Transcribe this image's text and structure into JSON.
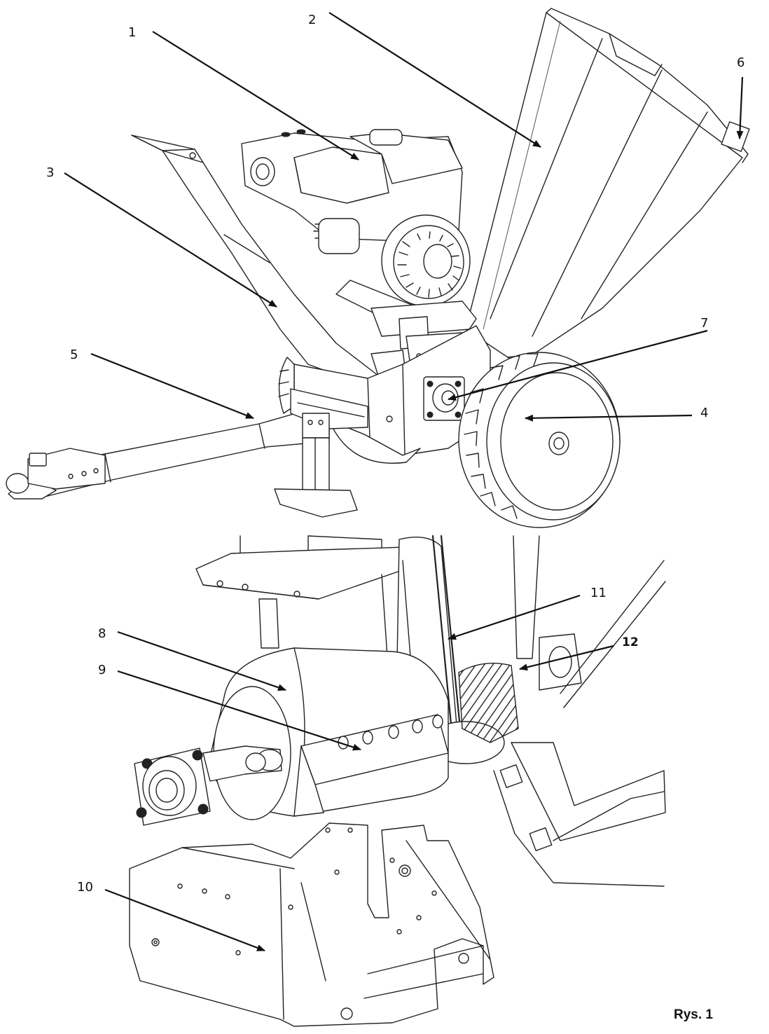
{
  "caption": "Rys. 1",
  "callouts": [
    {
      "id": "1",
      "text": "1"
    },
    {
      "id": "2",
      "text": "2"
    },
    {
      "id": "3",
      "text": "3"
    },
    {
      "id": "4",
      "text": "4"
    },
    {
      "id": "5",
      "text": "5"
    },
    {
      "id": "6",
      "text": "6"
    },
    {
      "id": "7",
      "text": "7"
    },
    {
      "id": "8",
      "text": "8"
    },
    {
      "id": "9",
      "text": "9"
    },
    {
      "id": "10",
      "text": "10"
    },
    {
      "id": "11",
      "text": "11"
    },
    {
      "id": "12",
      "text": "12"
    }
  ]
}
